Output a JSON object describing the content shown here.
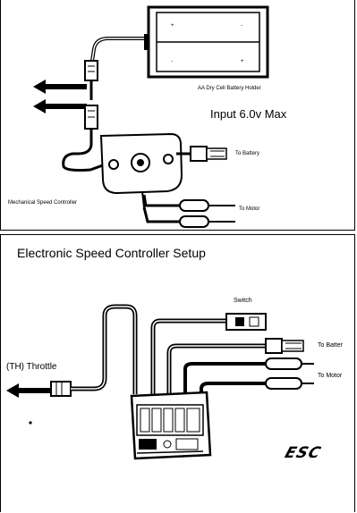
{
  "top_panel": {
    "battery_holder_label": "AA Dry Cell Battery Holder",
    "input_label": "Input 6.0v Max",
    "to_battery_label": "To Battery",
    "to_motor_label": "To Motor",
    "controller_label": "Mechanical Speed Controller"
  },
  "bottom_panel": {
    "title": "Electronic Speed Controller Setup",
    "switch_label": "Switch",
    "to_battery_label": "To Batter",
    "to_motor_label": "To Motor",
    "throttle_label": "(TH) Throttle",
    "esc_logo": "ESC"
  }
}
